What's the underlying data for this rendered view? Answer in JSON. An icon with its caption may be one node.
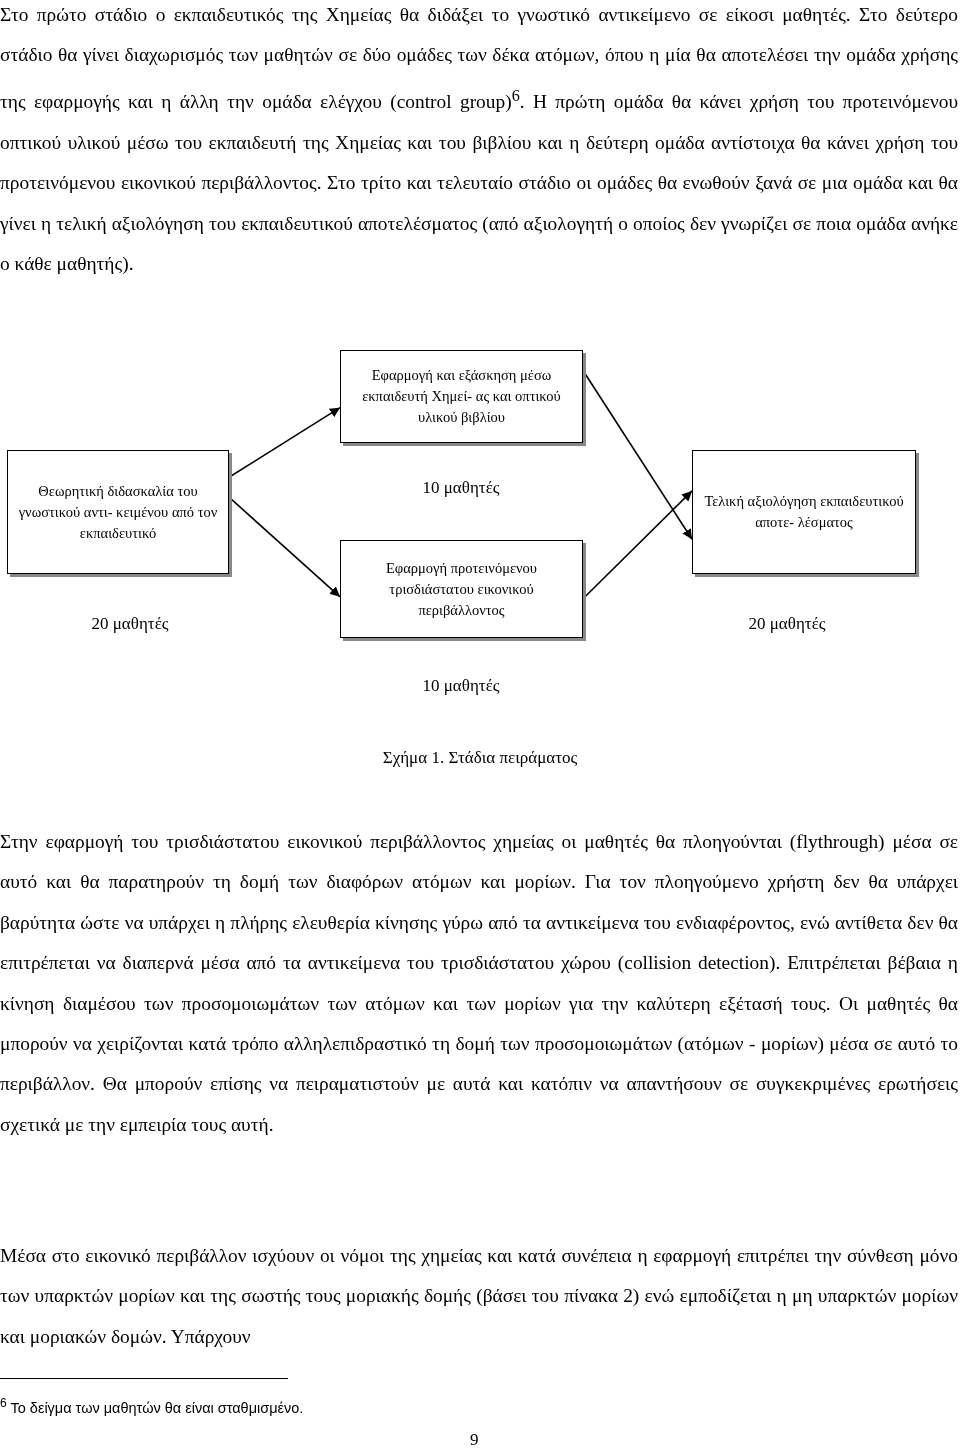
{
  "diagram": {
    "caption": "Σχήμα 1. Στάδια πειράματος",
    "nodes": [
      {
        "text": [
          "Θεωρητική διδασκαλία του γνωστικού αντι- κειμένου από τον εκπαιδευτικό"
        ],
        "beside": [
          "20 μαθητές"
        ]
      },
      {
        "text": [
          "Εφαρμογή και εξάσκηση μέσω εκπαιδευτή Χημεί- ας και οπτικού υλικού βιβλίου"
        ],
        "beside": [
          "10 μαθητές"
        ]
      },
      {
        "text": [
          "Εφαρμογή προτεινόμενου τρισδιάστατου εικονικού περιβάλλοντος"
        ],
        "beside": [
          "10 μαθητές"
        ]
      },
      {
        "text": [
          "Τελική αξιολόγηση εκπαιδευτικού αποτε- λέσματος"
        ],
        "beside": [
          "20 μαθητές"
        ]
      }
    ],
    "edges": [
      {
        "from": 0,
        "to": 1,
        "arrow": "to"
      },
      {
        "from": 0,
        "to": 2,
        "arrow": "to"
      },
      {
        "from": 1,
        "to": 3,
        "arrow": "to"
      },
      {
        "from": 2,
        "to": 3,
        "arrow": "to"
      }
    ],
    "labels": [
      "Στο πρώτο στάδιο ο εκπαιδευτικός της Χημείας θα διδάξει το γνωστικό αντικείμενο σε είκοσι μαθητές. Στο δεύτερο στάδιο θα γίνει διαχωρισμός των μαθητών σε δύο ομάδες των δέκα ατόμων, όπου η μία θα αποτελέσει την ομάδα χρήσης της εφαρμογής και η άλλη την ομάδα ελέγχου (control group)$^{6}$. Η πρώτη ομάδα θα κάνει χρήση του προτεινόμενου οπτικού υλικού μέσω του εκπαιδευτή της Χημείας και του βιβλίου και η δεύτερη ομάδα αντίστοιχα θα κάνει χρήση του προτεινόμενου εικονικού περιβάλλοντος. Στο τρίτο και τελευταίο στάδιο οι ομάδες θα ενωθούν ξανά σε μια ομάδα και θα γίνει η τελική αξιολόγηση του εκπαιδευτικού αποτελέσματος (από αξιολογητή ο οποίος δεν γνωρίζει σε ποια ομάδα ανήκε ο κάθε μαθητής).",
      "Στην εφαρμογή του τρισδιάστατου εικονικού περιβάλλοντος χημείας οι μαθητές θα πλοηγούνται (flythrough) μέσα σε αυτό και θα παρατηρούν τη δομή των διαφόρων ατόμων και μορίων. Για τον πλοηγούμενο χρήστη δεν θα υπάρχει βαρύτητα ώστε να υπάρχει η πλήρης ελευθερία κίνησης γύρω από τα αντικείμενα του ενδιαφέροντος, ενώ αντίθετα δεν θα επιτρέπεται να διαπερνά μέσα από τα αντικείμενα του τρισδιάστατου χώρου (collision detection). Επιτρέπεται βέβαια η κίνηση διαμέσου των προσομοιωμάτων των ατόμων και των μορίων για την καλύτερη εξέτασή τους. Οι μαθητές θα μπορούν να χειρίζονται κατά τρόπο αλληλεπιδραστικό τη δομή των προσομοιωμάτων (ατόμων - μορίων) μέσα σε αυτό το περιβάλλον. Θα μπορούν επίσης να πειραματιστούν με αυτά και κατόπιν να απαντήσουν σε συγκεκριμένες ερωτήσεις σχετικά με την εμπειρία τους αυτή.",
      "Μέσα στο εικονικό περιβάλλον ισχύουν οι νόμοι της χημείας και κατά συνέπεια η εφαρμογή επιτρέπει την σύνθεση μόνο των υπαρκτών μορίων και της σωστής τους μοριακής δομής (βάσει του πίνακα 2) ενώ εμποδίζεται η μη υπαρκτών μορίων και μοριακών δομών. Υπάρχουν",
      "$^{6}$ Το δείγμα των μαθητών θα είναι σταθμισμένο.",
      "9"
    ]
  }
}
